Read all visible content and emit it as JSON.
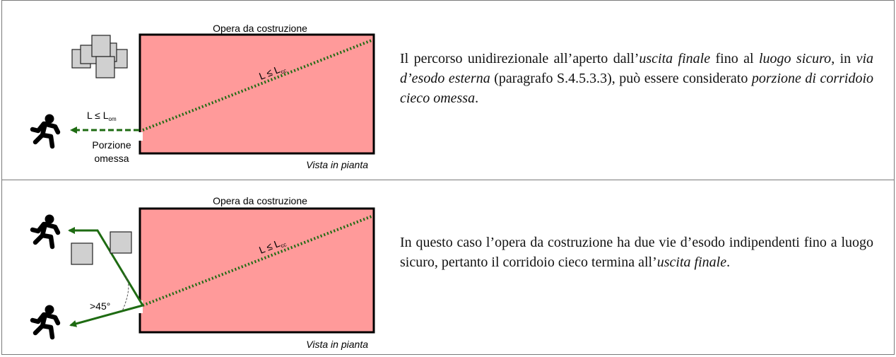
{
  "panels": [
    {
      "building_label": "Opera da costruzione",
      "view_label": "Vista in pianta",
      "path_label_main": "L ≤ L",
      "path_label_sub": "cc",
      "omitted_label_main": "L ≤ L",
      "omitted_label_sub": "om",
      "omitted_caption_line1": "Porzione",
      "omitted_caption_line2": "omessa",
      "text": {
        "p1": "Il percorso unidirezionale all’aperto dall’",
        "i1": "uscita finale",
        "p2": " fino al ",
        "i2": "luogo sicuro",
        "p3": ", in ",
        "i3": "via d’esodo esterna",
        "p4": " (paragrafo S.4.5.3.3), può essere considerato ",
        "i4": "porzione di corridoio cieco omessa",
        "p5": "."
      }
    },
    {
      "building_label": "Opera da costruzione",
      "view_label": "Vista in pianta",
      "path_label_main": "L ≤ L",
      "path_label_sub": "cc",
      "angle_label": ">45°",
      "text": {
        "p1": "In questo caso l’opera da costruzione ha due vie d’esodo indipendenti fino a luogo sicuro, pertanto il corridoio cieco termina all’",
        "i1": "uscita finale",
        "p2": "."
      }
    }
  ],
  "colors": {
    "building_fill": "#ff9a9a",
    "path": "#1e6b12",
    "border": "#7a7a7a"
  },
  "icons": [
    "running-person-icon",
    "obstacle-square-icon",
    "stacked-boxes-icon"
  ]
}
